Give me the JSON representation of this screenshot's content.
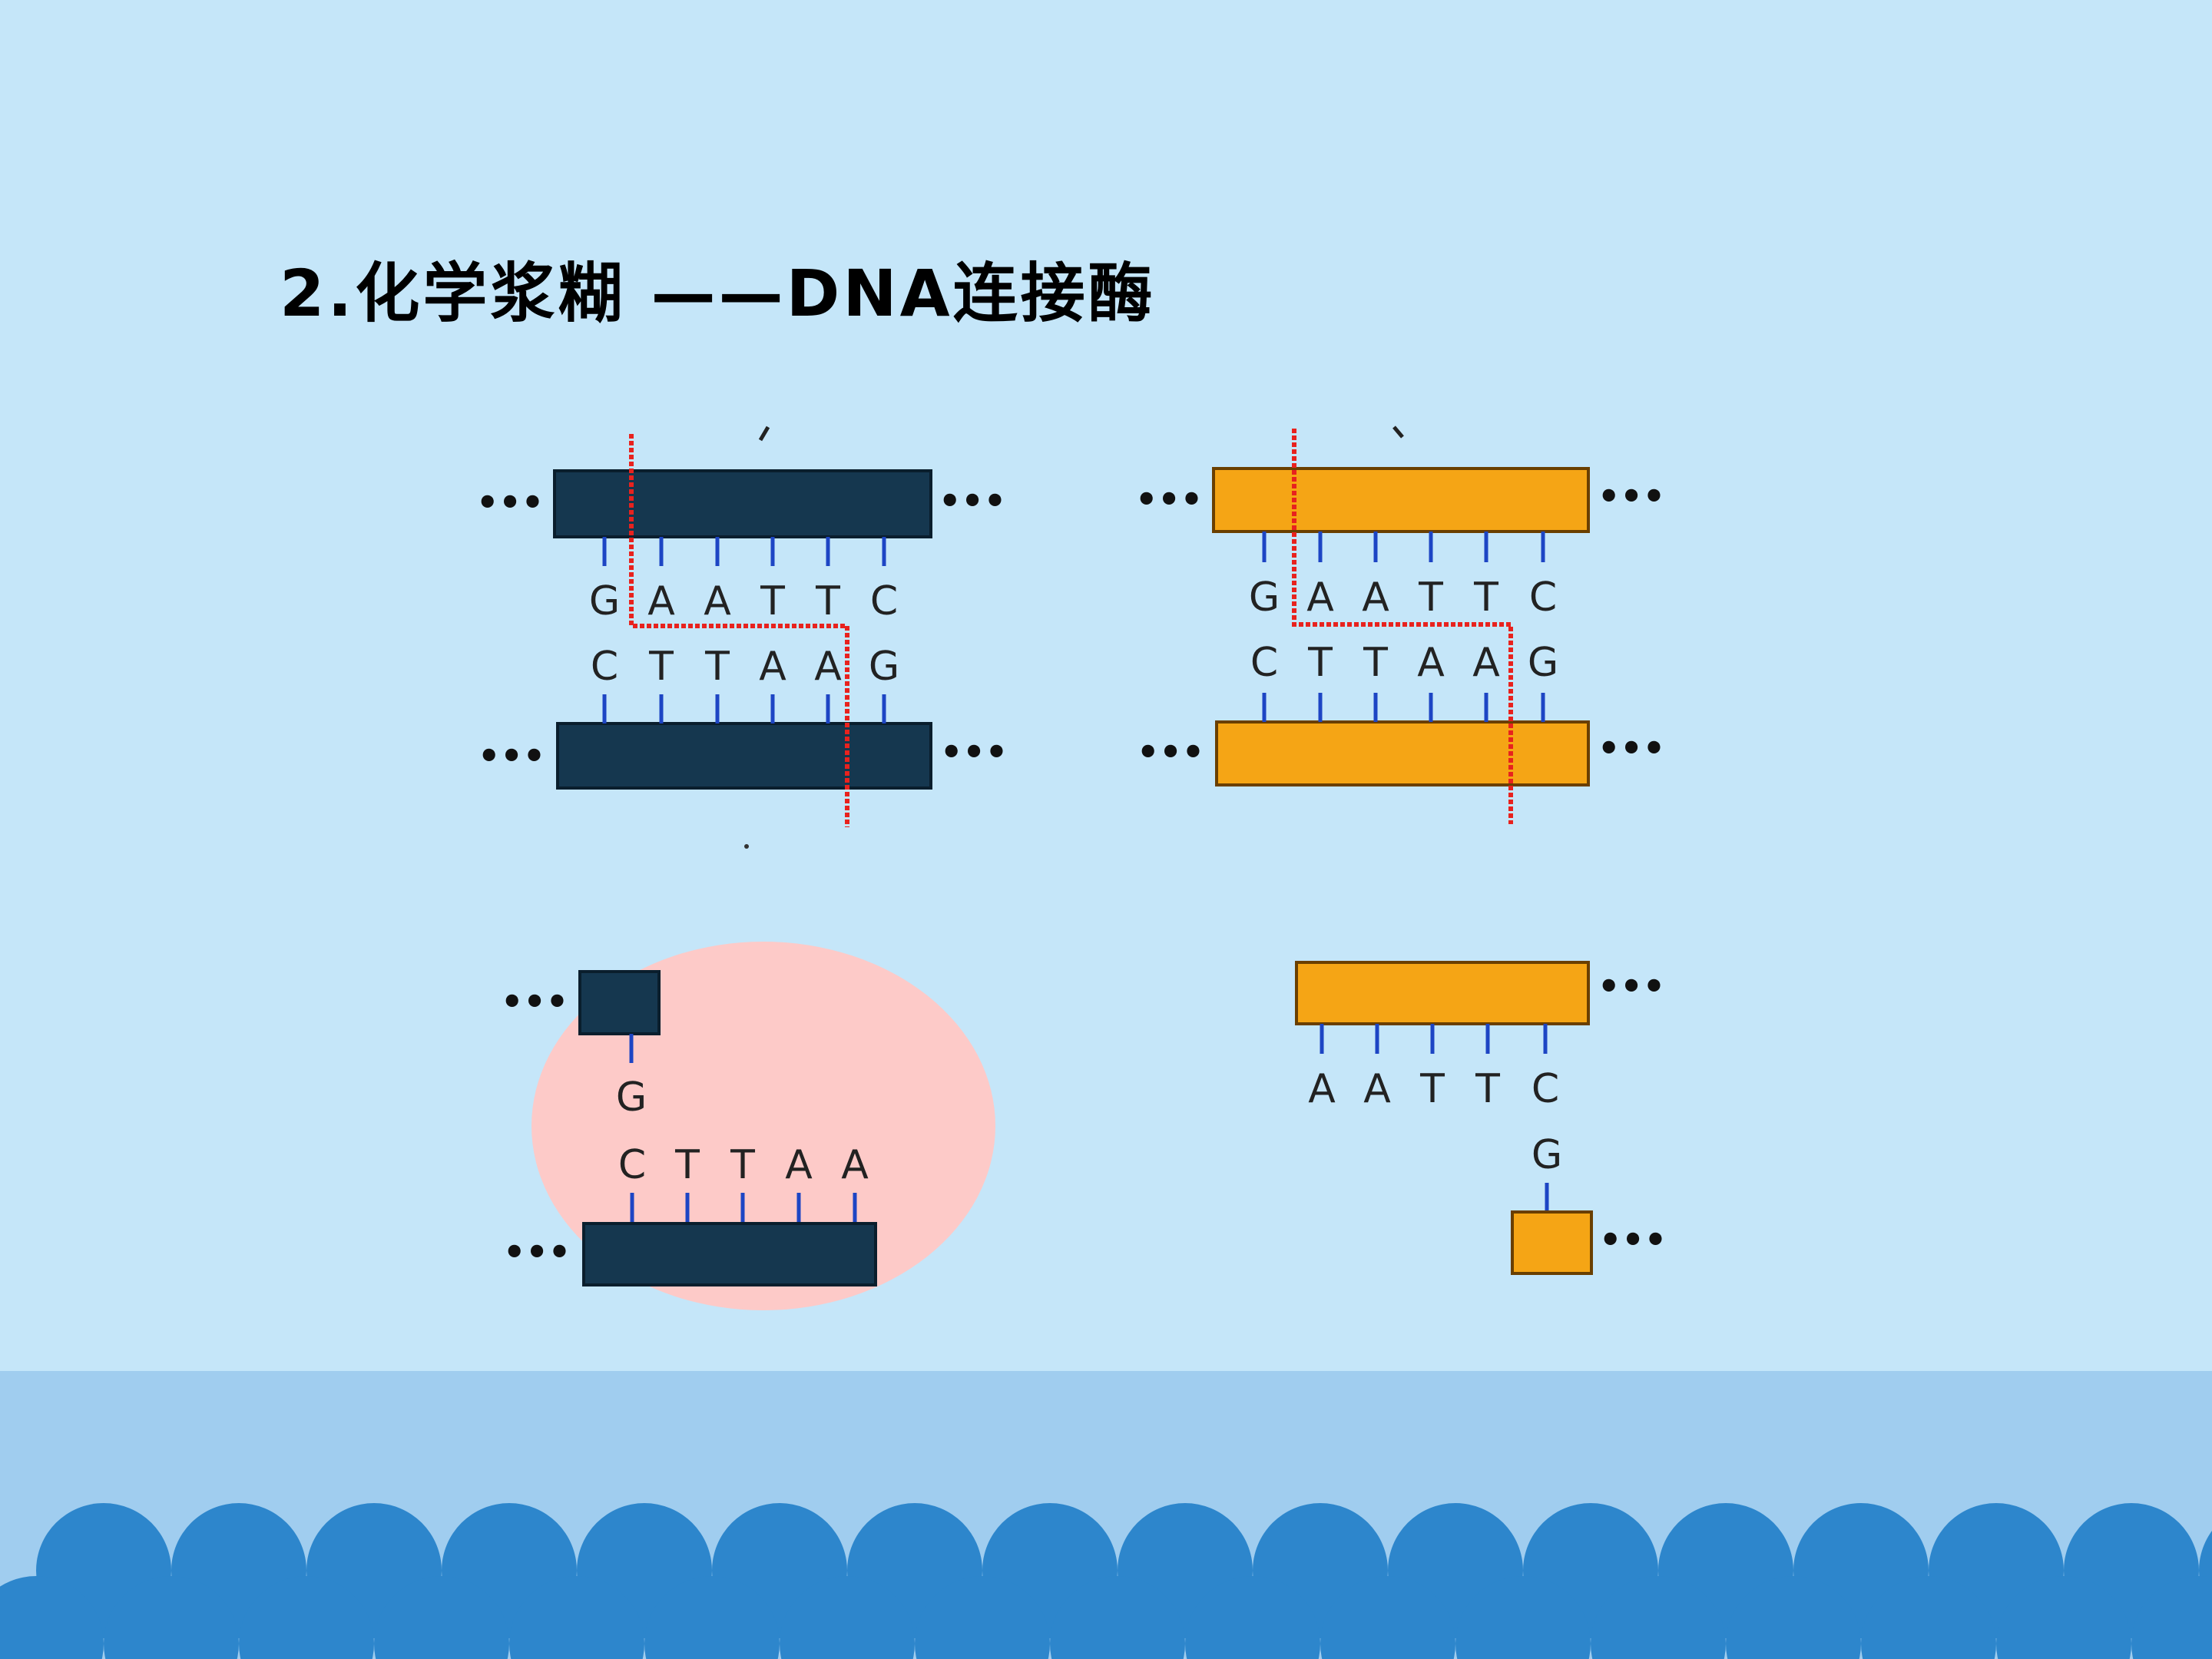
{
  "slide": {
    "title": "2.化学浆糊  ——DNA连接酶"
  },
  "diagram": {
    "ellipsis": "•••",
    "top_strand_sequence": [
      "G",
      "A",
      "A",
      "T",
      "T",
      "C"
    ],
    "bottom_strand_sequence": [
      "C",
      "T",
      "T",
      "A",
      "A",
      "G"
    ],
    "left_fragment": {
      "single_base": "G",
      "overhang": [
        "C",
        "T",
        "T",
        "A",
        "A"
      ]
    },
    "right_fragment": {
      "overhang": [
        "A",
        "A",
        "T",
        "T",
        "C"
      ],
      "single_base": "G"
    },
    "colors": {
      "dark_strand": "#15374f",
      "orange_strand": "#f5a515",
      "cut_line": "#e8221e",
      "bond": "#1d45c4",
      "highlight": "#fdcac8"
    }
  }
}
